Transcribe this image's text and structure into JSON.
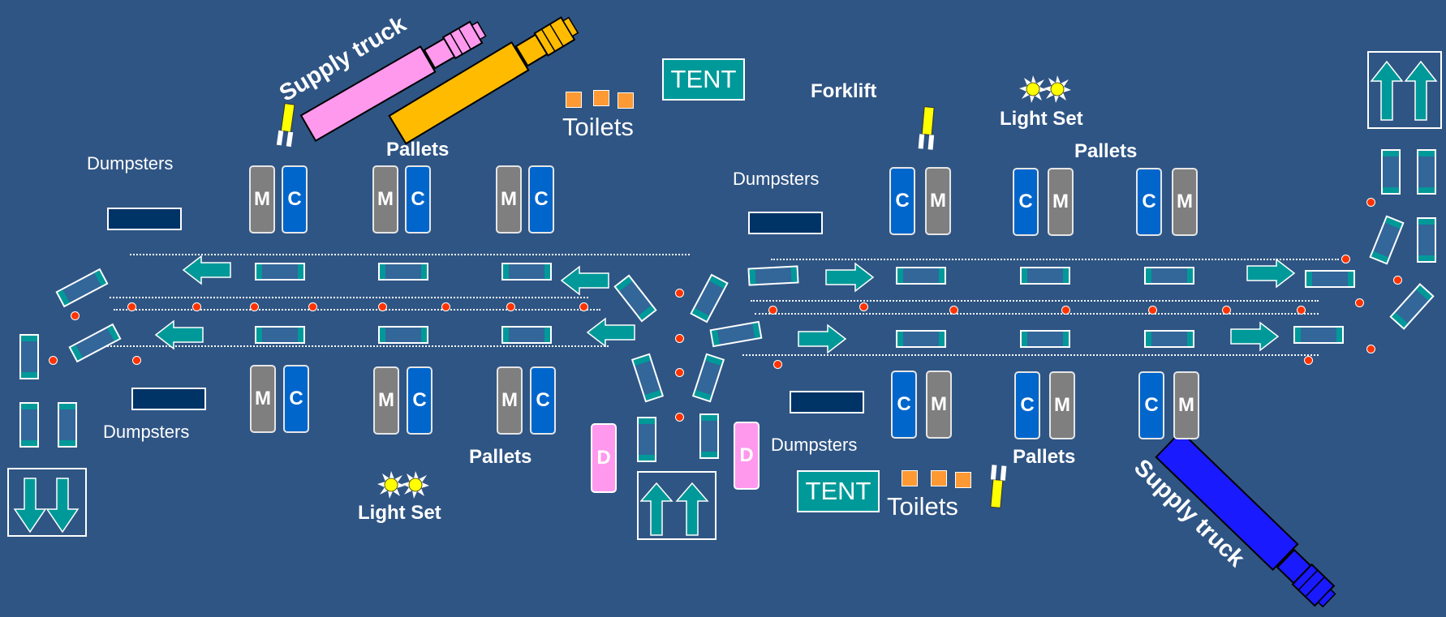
{
  "labels": {
    "supply_truck_top": "Supply truck",
    "supply_truck_bottom": "Supply truck",
    "tent_top": "TENT",
    "tent_bottom": "TENT",
    "forklift": "Forklift",
    "light_set_top": "Light Set",
    "light_set_bottom": "Light Set",
    "toilets_top": "Toilets",
    "toilets_bottom": "Toilets",
    "pallets_top_left": "Pallets",
    "pallets_top_right": "Pallets",
    "pallets_bottom_mid": "Pallets",
    "pallets_bottom_right": "Pallets",
    "dumpsters_top_left": "Dumpsters",
    "dumpsters_top_mid": "Dumpsters",
    "dumpsters_bottom_left": "Dumpsters",
    "dumpsters_bottom_mid": "Dumpsters"
  },
  "stalls": {
    "m": "M",
    "c": "C",
    "d": "D"
  },
  "colors": {
    "background": "#2f5584",
    "teal": "#009999",
    "grey_stall": "#7f7f7f",
    "blue_stall": "#0066cc",
    "pink": "#ff99ee",
    "orange_toilet": "#ff9933",
    "dumpster": "#003366",
    "truck_pink": "#ff99ee",
    "truck_yellow": "#ffbb00",
    "truck_blue": "#1a1aff",
    "cone_red": "#ff3300",
    "light_yellow": "#ffff00"
  },
  "icons": [
    "arrow-left-icon",
    "arrow-right-icon",
    "entrance-arrows-icon",
    "forklift-icon",
    "light-set-icon",
    "truck-icon"
  ]
}
